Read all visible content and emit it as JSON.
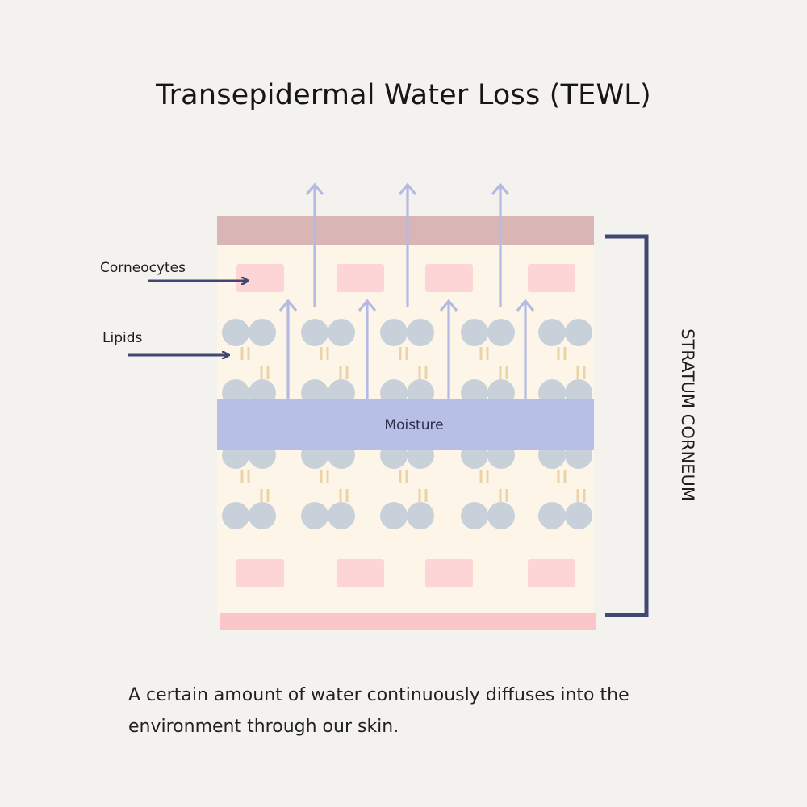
{
  "title": "Transepidermal Water Loss (TEWL)",
  "labels": {
    "corneocytes": "Corneocytes",
    "lipids": "Lipids",
    "moisture": "Moisture",
    "stratum_corneum": "STRATUM CORNEUM"
  },
  "caption": "A certain amount of water continuously diffuses into the environment through our skin.",
  "colors": {
    "background": "#f4f2ee",
    "skin_base": "#fdf6e8",
    "top_layer": "#d9b5b5",
    "bottom_layer": "#fcc5c8",
    "corneocyte": "#fdd5d7",
    "lipid_head": "#c8d1da",
    "lipid_tail": "#ecd3a6",
    "moisture_band": "#b7bfe6",
    "water_arrow": "#b4bae3",
    "label_arrow": "#414672",
    "bracket": "#414672"
  }
}
